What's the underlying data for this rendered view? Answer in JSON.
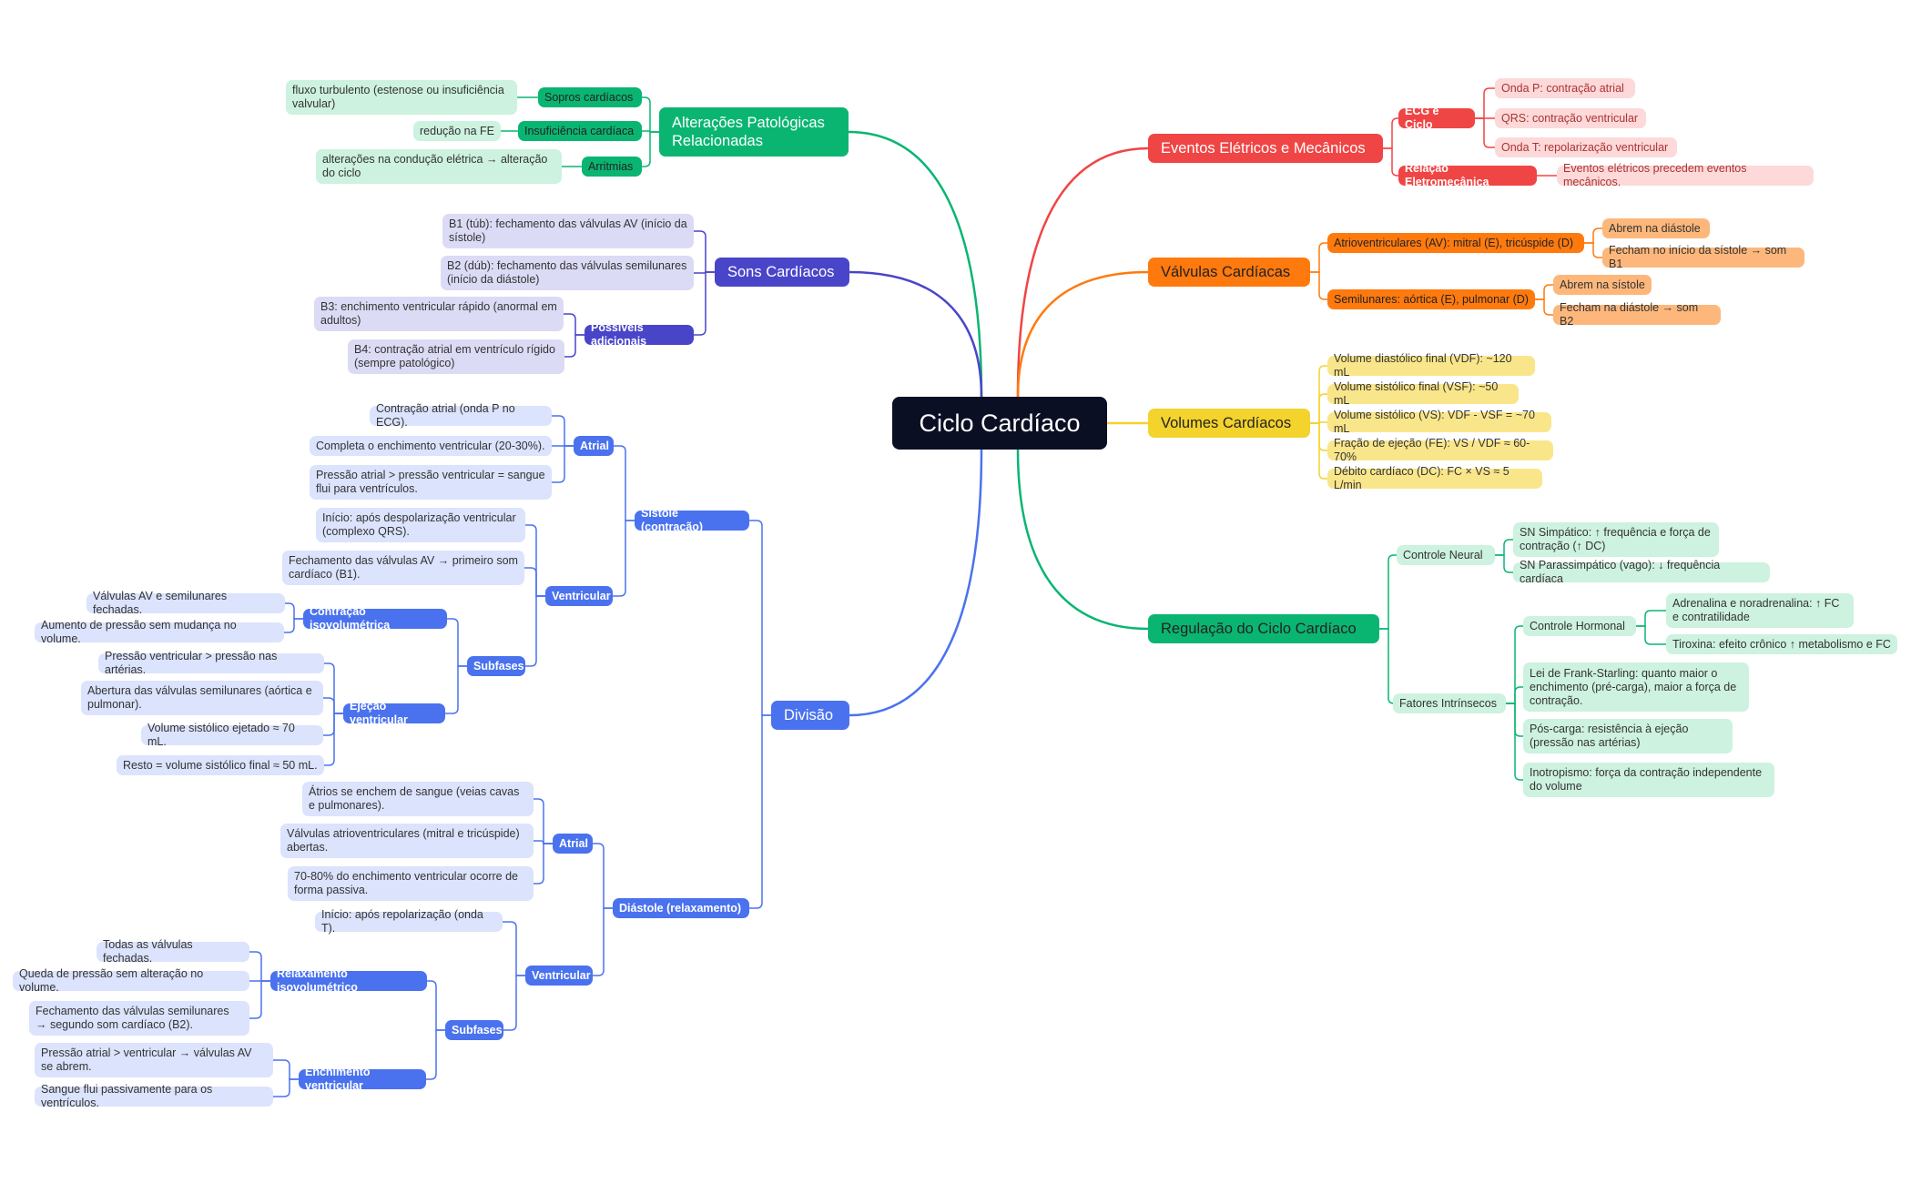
{
  "colors": {
    "red": "#f04545",
    "orange": "#ff7a0e",
    "yellow": "#f3d32c",
    "green": "#0ab572",
    "purple": "#4945c9",
    "blue": "#4a72ee",
    "red_light": "#fdd9d9",
    "orange_light": "#fdb77b",
    "yellow_light": "#fae68a",
    "green_light": "#cdf2df",
    "purple_light": "#dcdbf5",
    "blue_light": "#dbe3fd"
  },
  "root": {
    "label": "Ciclo Cardíaco"
  },
  "branches": {
    "eventos": {
      "label": "Eventos Elétricos e Mecânicos",
      "ecg": {
        "label": "ECG e Ciclo",
        "items": [
          "Onda P: contração atrial",
          "QRS: contração ventricular",
          "Onda T: repolarização ventricular"
        ]
      },
      "relacao": {
        "label": "Relação Eletromecânica",
        "items": [
          "Eventos elétricos precedem eventos mecânicos."
        ]
      }
    },
    "valvulas": {
      "label": "Válvulas Cardíacas",
      "av": {
        "label": "Atrioventriculares (AV): mitral (E), tricúspide (D)",
        "items": [
          "Abrem na diástole",
          "Fecham no início da sístole → som B1"
        ]
      },
      "semi": {
        "label": "Semilunares: aórtica (E), pulmonar (D)",
        "items": [
          "Abrem na sístole",
          "Fecham na diástole → som B2"
        ]
      }
    },
    "volumes": {
      "label": "Volumes Cardíacos",
      "items": [
        "Volume diastólico final (VDF): ~120 mL",
        "Volume sistólico final (VSF): ~50 mL",
        "Volume sistólico (VS): VDF - VSF = ~70 mL",
        "Fração de ejeção (FE): VS / VDF ≈ 60-70%",
        "Débito cardíaco (DC): FC × VS ≈ 5 L/min"
      ]
    },
    "regulacao": {
      "label": "Regulação do Ciclo Cardíaco",
      "neural": {
        "label": "Controle Neural",
        "items": [
          "SN Simpático: ↑ frequência e força de contração (↑ DC)",
          "SN Parassimpático (vago): ↓ frequência cardíaca"
        ]
      },
      "intrinsecos": {
        "label": "Fatores Intrínsecos",
        "hormonal": {
          "label": "Controle Hormonal",
          "items": [
            "Adrenalina e noradrenalina: ↑ FC e contratilidade",
            "Tiroxina: efeito crônico ↑ metabolismo e FC"
          ]
        },
        "items": [
          "Lei de Frank-Starling: quanto maior o enchimento (pré-carga), maior a força de contração.",
          "Pós-carga: resistência à ejeção (pressão nas artérias)",
          "Inotropismo: força da contração independente do volume"
        ]
      }
    },
    "alteracoes": {
      "label": "Alterações Patológicas Relacionadas",
      "sopros": {
        "label": "Sopros cardíacos",
        "items": [
          "fluxo turbulento (estenose ou insuficiência valvular)"
        ]
      },
      "insuf": {
        "label": "Insuficiência cardíaca",
        "items": [
          "redução na FE"
        ]
      },
      "arritmias": {
        "label": "Arritmias",
        "items": [
          "alterações na condução elétrica → alteração do ciclo"
        ]
      }
    },
    "sons": {
      "label": "Sons Cardíacos",
      "items": [
        "B1 (túb): fechamento das válvulas AV (início da sístole)",
        "B2 (dúb): fechamento das válvulas semilunares (início da diástole)"
      ],
      "adicionais": {
        "label": "Possíveis adicionais",
        "items": [
          "B3: enchimento ventricular rápido (anormal em adultos)",
          "B4: contração atrial em ventrículo rígido (sempre patológico)"
        ]
      }
    },
    "divisao": {
      "label": "Divisão",
      "sistole": {
        "label": "Sístole (contração)",
        "atrial": {
          "label": "Atrial",
          "items": [
            "Contração atrial (onda P no ECG).",
            "Completa o enchimento ventricular (20-30%).",
            "Pressão atrial > pressão ventricular = sangue flui para ventrículos."
          ]
        },
        "ventricular": {
          "label": "Ventricular",
          "items": [
            "Início: após despolarização ventricular (complexo QRS).",
            "Fechamento das válvulas AV → primeiro som cardíaco (B1)."
          ],
          "subfases": {
            "label": "Subfases",
            "isovol": {
              "label": "Contração isovolumétrica",
              "items": [
                "Válvulas AV e semilunares fechadas.",
                "Aumento de pressão sem mudança no volume."
              ]
            },
            "ejecao": {
              "label": "Ejeção ventricular",
              "items": [
                "Pressão ventricular > pressão nas artérias.",
                "Abertura das válvulas semilunares (aórtica e pulmonar).",
                "Volume sistólico ejetado ≈ 70 mL.",
                "Resto = volume sistólico final ≈ 50 mL."
              ]
            }
          }
        }
      },
      "diastole": {
        "label": "Diástole (relaxamento)",
        "atrial": {
          "label": "Atrial",
          "items": [
            "Átrios se enchem de sangue (veias cavas e pulmonares).",
            "Válvulas atrioventriculares (mitral e tricúspide) abertas.",
            "70-80% do enchimento ventricular ocorre de forma passiva."
          ]
        },
        "ventricular": {
          "label": "Ventricular",
          "items": [
            "Início: após repolarização (onda T)."
          ],
          "subfases": {
            "label": "Subfases",
            "relax": {
              "label": "Relaxamento isovolumétrico",
              "items": [
                "Todas as válvulas fechadas.",
                "Queda de pressão sem alteração no volume.",
                "Fechamento das válvulas semilunares → segundo som cardíaco (B2)."
              ]
            },
            "ench": {
              "label": "Enchimento ventricular",
              "items": [
                "Pressão atrial > ventricular → válvulas AV se abrem.",
                "Sangue flui passivamente para os ventrículos."
              ]
            }
          }
        }
      }
    }
  }
}
